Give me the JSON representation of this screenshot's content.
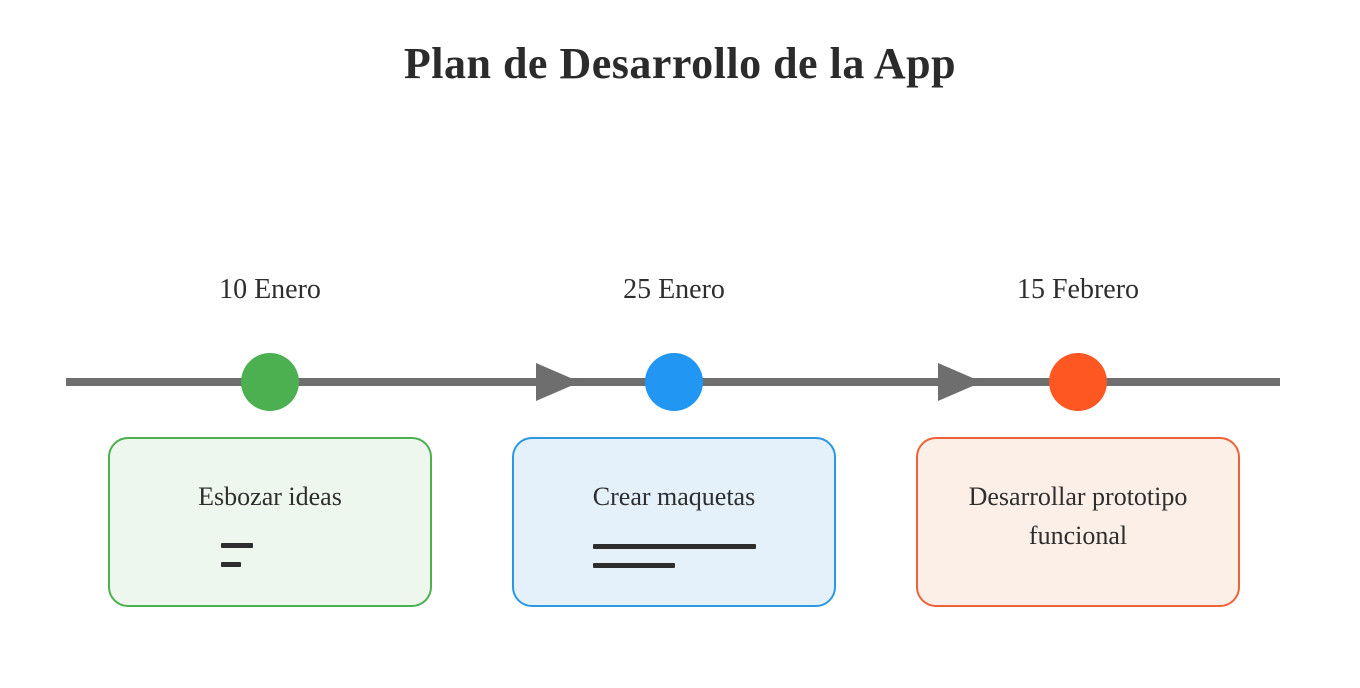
{
  "title": "Plan de Desarrollo de la App",
  "timeline": {
    "line_color": "#6e6e6e",
    "milestones": [
      {
        "date": "10 Enero",
        "label": "Esbozar ideas",
        "dot_color": "#4caf50",
        "card_bg": "#edf7ed",
        "card_border": "#4caf50",
        "sketch_icon": "two-short-lines"
      },
      {
        "date": "25 Enero",
        "label": "Crear maquetas",
        "dot_color": "#2196f3",
        "card_bg": "#e4f1fb",
        "card_border": "#2b98e0",
        "sketch_icon": "two-long-lines"
      },
      {
        "date": "15 Febrero",
        "label": "Desarrollar prototipo funcional",
        "dot_color": "#ff5722",
        "card_bg": "#fcefe8",
        "card_border": "#ee6239",
        "sketch_icon": "none"
      }
    ]
  }
}
